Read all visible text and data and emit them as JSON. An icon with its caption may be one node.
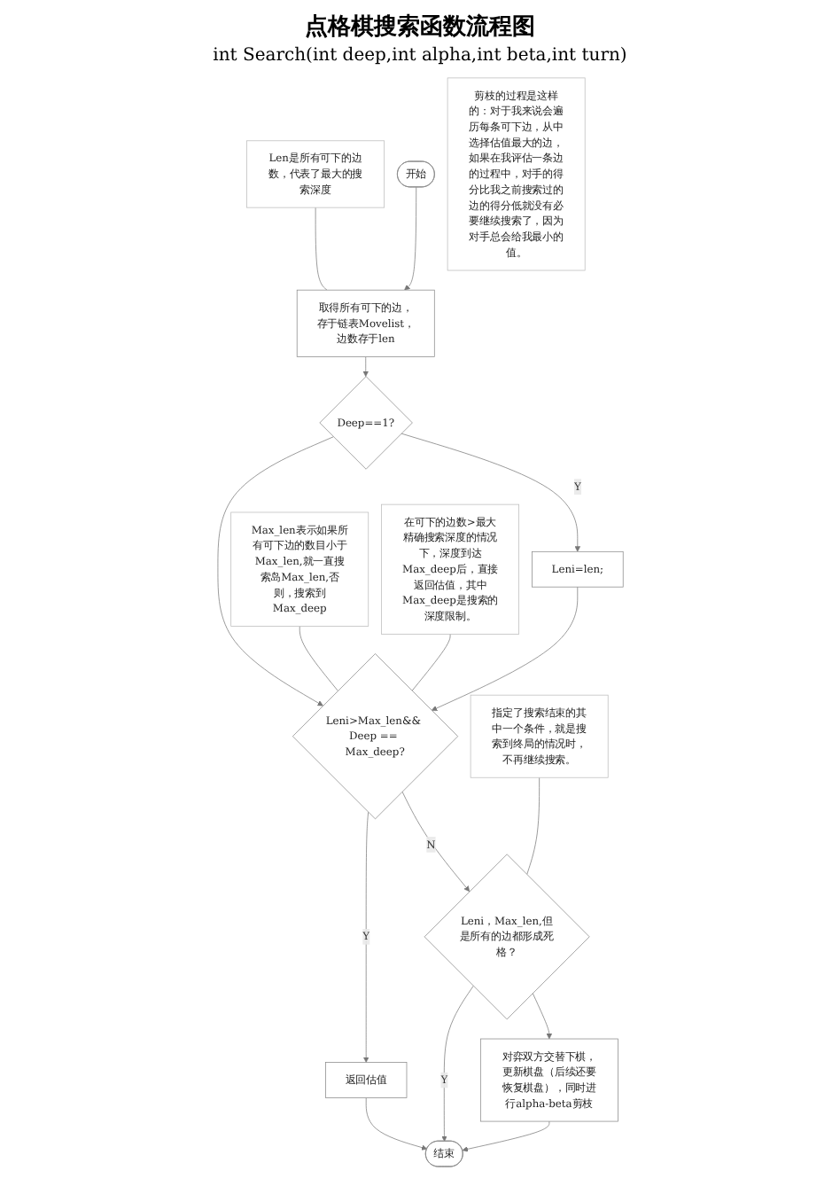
{
  "diagram": {
    "title": "点格棋搜索函数流程图",
    "nodes": [
      {
        "text": [
          "开始"
        ]
      },
      {
        "text": [
          "取得所有可下的边，存于链表Movelist，边数存于len"
        ]
      },
      {
        "text": [
          "Deep==1?"
        ]
      },
      {
        "text": [
          "Leni=len;"
        ]
      },
      {
        "text": [
          "Leni>Max_len&& Deep == Max_deep?"
        ]
      },
      {
        "text": [
          "Leni，Max_len,但是所有的边都形成死格？"
        ]
      },
      {
        "text": [
          "对弈双方交替下棋，更新棋盘（后续还要恢复棋盘），同时进行alpha-beta剪枝"
        ]
      },
      {
        "text": [
          "返回估值"
        ]
      },
      {
        "text": [
          "结束"
        ]
      },
      {
        "text": [
          "Len是所有可下的边数，代表了最大的搜索深度"
        ]
      },
      {
        "text": [
          "Max_len表示如果所有可下边的数目小于Max_len,就一直搜索岛Max_len,否则，搜索到Max_deep"
        ]
      },
      {
        "text": [
          "在可下的边数>最大精确搜索深度的情况下，深度到达Max_deep后，直接返回估值，其中Max_deep是搜索的深度限制。"
        ]
      },
      {
        "text": [
          "剪枝的过程是这样的：对于我来说会遍历每条可下边，从中选择估值最大的边，如果在我评估一条边的过程中，对手的得分比我之前搜索过的边的得分低就没有必要继续搜索了，因为对手总会给我最小的值。"
        ]
      },
      {
        "text": [
          "指定了搜索结束的其中一个条件，就是搜索到终局的情况时，不再继续搜索。"
        ]
      }
    ],
    "edges": [
      {
        "from": 0,
        "to": 1,
        "arrow": "to"
      },
      {
        "from": 1,
        "to": 2,
        "arrow": "to"
      },
      {
        "from": 2,
        "to": 3,
        "arrow": "to",
        "label": "Y"
      },
      {
        "from": 2,
        "to": 4,
        "arrow": "to"
      },
      {
        "from": 3,
        "to": 4,
        "arrow": "to"
      },
      {
        "from": 4,
        "to": 5,
        "arrow": "to",
        "label": "N"
      },
      {
        "from": 4,
        "to": 7,
        "arrow": "to",
        "label": "Y"
      },
      {
        "from": 5,
        "to": 6,
        "arrow": "to"
      },
      {
        "from": 5,
        "to": 8,
        "arrow": "to",
        "label": "Y"
      },
      {
        "from": 6,
        "to": 8,
        "arrow": "to"
      },
      {
        "from": 7,
        "to": 8,
        "arrow": "to"
      },
      {
        "from": 9,
        "to": 1,
        "arrow": "none"
      },
      {
        "from": 10,
        "to": 4,
        "arrow": "none"
      },
      {
        "from": 11,
        "to": 4,
        "arrow": "none"
      },
      {
        "from": 13,
        "to": 5,
        "arrow": "none"
      }
    ],
    "labels": [
      "int Search(int deep,int alpha,int beta,int turn)"
    ]
  }
}
